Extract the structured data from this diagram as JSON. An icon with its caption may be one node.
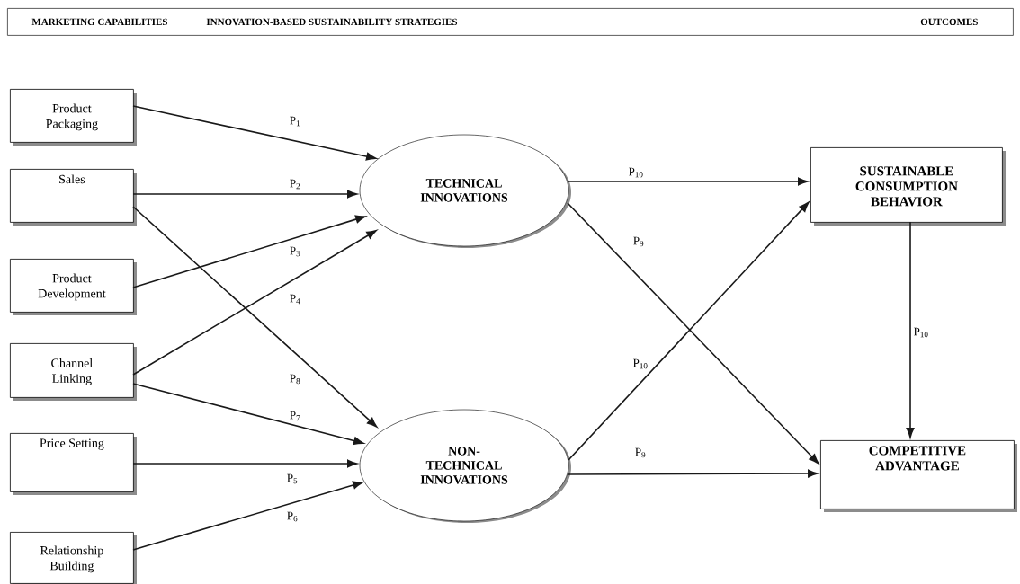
{
  "diagram": {
    "nodes": [
      {
        "text": [
          "MARKETING CAPABILITIES",
          "INNOVATION-BASED SUSTAINABILITY STRATEGIES",
          "OUTCOMES"
        ]
      },
      {
        "text": [
          "Product Packaging"
        ]
      },
      {
        "text": [
          "Sales"
        ]
      },
      {
        "text": [
          "Product Development"
        ]
      },
      {
        "text": [
          "Channel Linking"
        ]
      },
      {
        "text": [
          "Price Setting"
        ]
      },
      {
        "text": [
          "Relationship Building"
        ]
      },
      {
        "text": [
          "TECHNICAL INNOVATIONS"
        ]
      },
      {
        "text": [
          "NON-TECHNICAL INNOVATIONS"
        ]
      },
      {
        "text": [
          "SUSTAINABLE CONSUMPTION BEHAVIOR"
        ]
      },
      {
        "text": [
          "COMPETITIVE ADVANTAGE"
        ]
      }
    ],
    "edges": [
      {
        "from": 1,
        "to": 7,
        "arrow": "to",
        "label": "P$_{1}$"
      },
      {
        "from": 2,
        "to": 7,
        "arrow": "to",
        "label": "P$_{2}$"
      },
      {
        "from": 3,
        "to": 7,
        "arrow": "to",
        "label": "P$_{3}$"
      },
      {
        "from": 4,
        "to": 7,
        "arrow": "to",
        "label": "P$_{4}$"
      },
      {
        "from": 2,
        "to": 8,
        "arrow": "to",
        "label": "P$_{8}$"
      },
      {
        "from": 4,
        "to": 8,
        "arrow": "to",
        "label": "P$_{7}$"
      },
      {
        "from": 5,
        "to": 8,
        "arrow": "to",
        "label": "P$_{5}$"
      },
      {
        "from": 6,
        "to": 8,
        "arrow": "to",
        "label": "P$_{6}$"
      },
      {
        "from": 7,
        "to": 9,
        "arrow": "to",
        "label": "P$_{10}$"
      },
      {
        "from": 7,
        "to": 10,
        "arrow": "to",
        "label": "P$_{9}$"
      },
      {
        "from": 8,
        "to": 9,
        "arrow": "to",
        "label": "P$_{10}$"
      },
      {
        "from": 8,
        "to": 10,
        "arrow": "to",
        "label": "P$_{9}$"
      },
      {
        "from": 9,
        "to": 10,
        "arrow": "to",
        "label": "P$_{10}$"
      }
    ]
  }
}
